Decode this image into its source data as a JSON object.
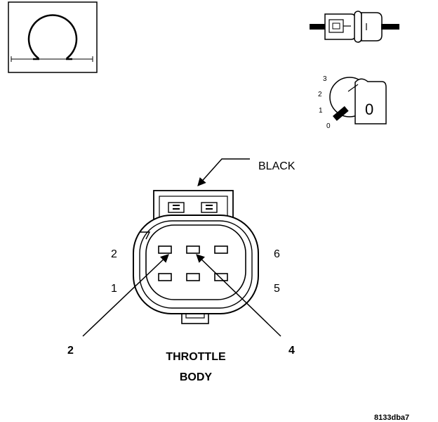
{
  "colors": {
    "ink": "#000000",
    "paper": "#ffffff"
  },
  "icons": {
    "ohmmeter": "ohm-symbol-icon",
    "connector_probe": "back-probe-connector-icon",
    "ignition_switch": "ignition-key-switch-icon"
  },
  "ignition": {
    "positions": [
      "3",
      "2",
      "1",
      "0"
    ],
    "key_label": "0"
  },
  "connector": {
    "color_label": "BLACK",
    "left_pins": [
      "2",
      "1"
    ],
    "right_pins": [
      "6",
      "5"
    ],
    "callouts": [
      "2",
      "4"
    ],
    "name_line1": "THROTTLE",
    "name_line2": "BODY"
  },
  "figure_id": "8133dba7"
}
